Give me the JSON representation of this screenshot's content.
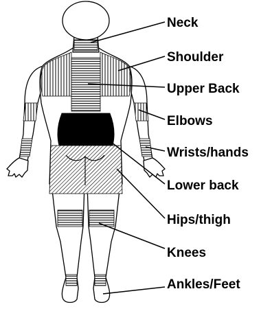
{
  "colors": {
    "ink": "#000000",
    "paper": "#ffffff"
  },
  "regions": [
    {
      "id": "neck",
      "label": "Neck"
    },
    {
      "id": "shoulder",
      "label": "Shoulder"
    },
    {
      "id": "upper-back",
      "label": "Upper Back"
    },
    {
      "id": "elbows",
      "label": "Elbows"
    },
    {
      "id": "wrists-hands",
      "label": "Wrists/hands"
    },
    {
      "id": "lower-back",
      "label": "Lower back"
    },
    {
      "id": "hips-thigh",
      "label": "Hips/thigh"
    },
    {
      "id": "knees",
      "label": "Knees"
    },
    {
      "id": "ankles-feet",
      "label": "Ankles/Feet"
    }
  ]
}
